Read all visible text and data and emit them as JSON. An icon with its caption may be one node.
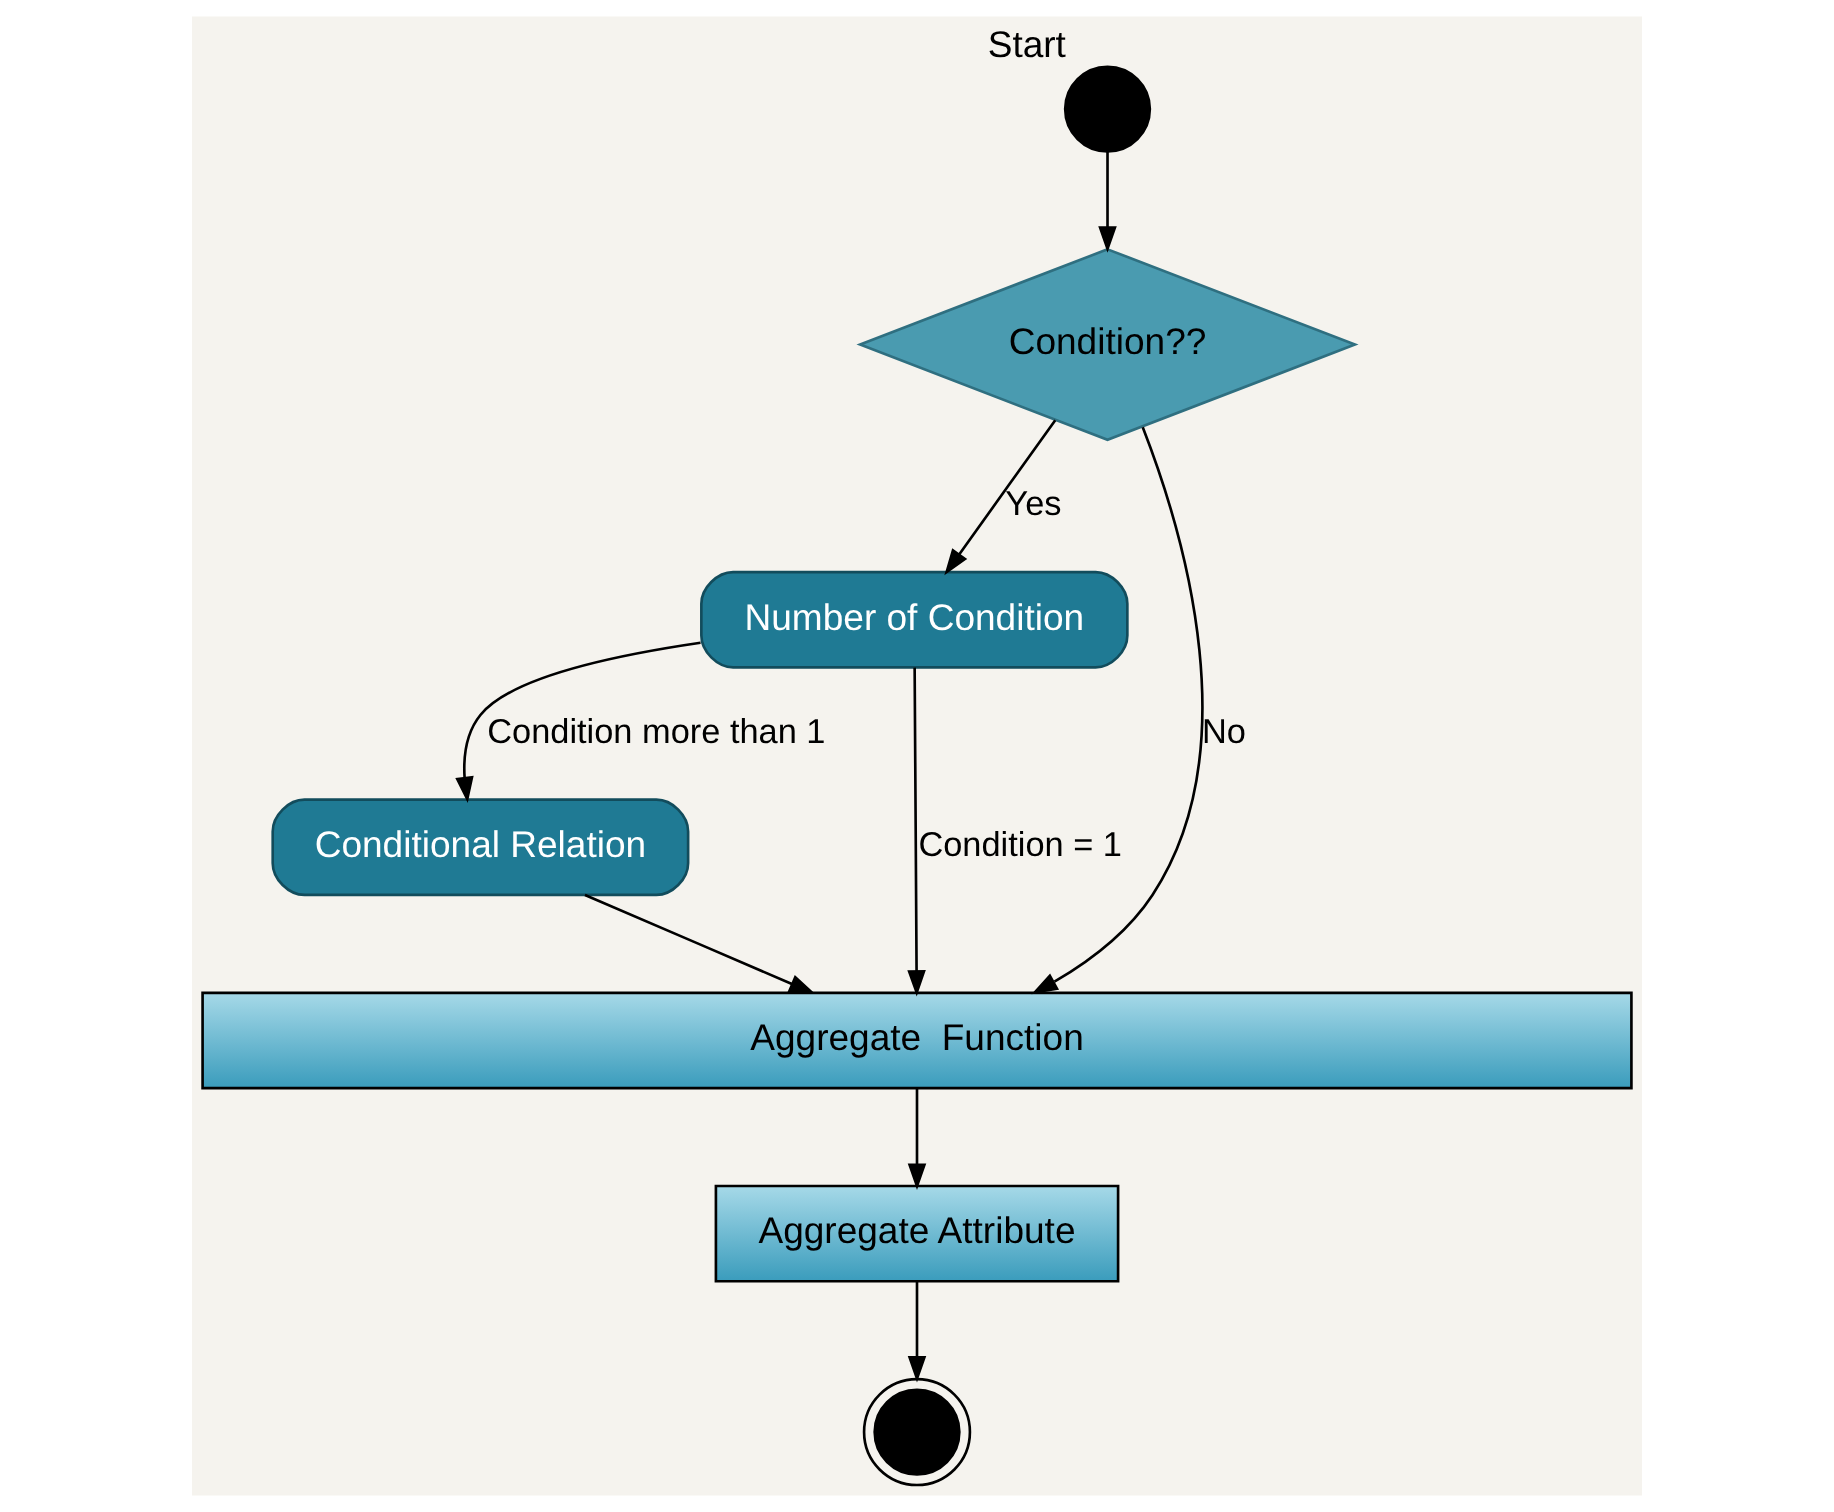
{
  "diagram": {
    "nodes": [
      {
        "text": [],
        "shape": "circle",
        "beside": [
          "Start"
        ]
      },
      {
        "text": [
          "Condition??"
        ]
      },
      {
        "text": [
          "Number of Condition"
        ]
      },
      {
        "text": [
          "Conditional Relation"
        ]
      },
      {
        "text": [
          "Aggregate  Function"
        ]
      },
      {
        "text": [
          "Aggregate Attribute"
        ]
      },
      {
        "text": [],
        "shape": "circle"
      }
    ],
    "edges": [
      {
        "from": 0,
        "to": 1,
        "arrow": "to"
      },
      {
        "from": 1,
        "to": 2,
        "arrow": "to",
        "label": "Yes"
      },
      {
        "from": 1,
        "to": 4,
        "arrow": "to",
        "label": "No"
      },
      {
        "from": 2,
        "to": 4,
        "arrow": "to",
        "label": "Condition = 1"
      },
      {
        "from": 2,
        "to": 3,
        "arrow": "to",
        "label": "Condition more than 1"
      },
      {
        "from": 3,
        "to": 4,
        "arrow": "to"
      },
      {
        "from": 4,
        "to": 5,
        "arrow": "to"
      },
      {
        "from": 5,
        "to": 6,
        "arrow": "to"
      }
    ]
  }
}
